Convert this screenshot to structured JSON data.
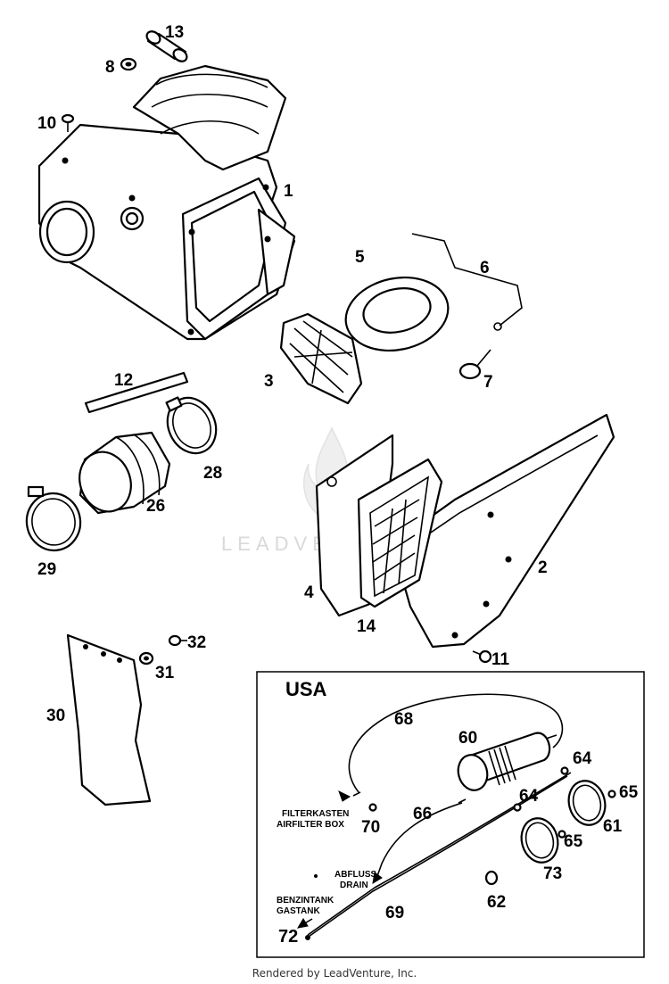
{
  "callouts": [
    {
      "id": "p13",
      "label": "13"
    },
    {
      "id": "p8",
      "label": "8"
    },
    {
      "id": "p10",
      "label": "10"
    },
    {
      "id": "p1",
      "label": "1"
    },
    {
      "id": "p5",
      "label": "5"
    },
    {
      "id": "p6",
      "label": "6"
    },
    {
      "id": "p3",
      "label": "3"
    },
    {
      "id": "p7",
      "label": "7"
    },
    {
      "id": "p12",
      "label": "12"
    },
    {
      "id": "p28",
      "label": "28"
    },
    {
      "id": "p26",
      "label": "26"
    },
    {
      "id": "p29",
      "label": "29"
    },
    {
      "id": "p2",
      "label": "2"
    },
    {
      "id": "p4",
      "label": "4"
    },
    {
      "id": "p14",
      "label": "14"
    },
    {
      "id": "p11",
      "label": "11"
    },
    {
      "id": "p32",
      "label": "32"
    },
    {
      "id": "p31",
      "label": "31"
    },
    {
      "id": "p30",
      "label": "30"
    }
  ],
  "usa_box": {
    "title": "USA",
    "callouts": [
      {
        "id": "u68",
        "label": "68"
      },
      {
        "id": "u60",
        "label": "60"
      },
      {
        "id": "u64a",
        "label": "64"
      },
      {
        "id": "u65a",
        "label": "65"
      },
      {
        "id": "u64b",
        "label": "64"
      },
      {
        "id": "u61",
        "label": "61"
      },
      {
        "id": "u66",
        "label": "66"
      },
      {
        "id": "u70",
        "label": "70"
      },
      {
        "id": "u65b",
        "label": "65"
      },
      {
        "id": "u73",
        "label": "73"
      },
      {
        "id": "u62",
        "label": "62"
      },
      {
        "id": "u69",
        "label": "69"
      },
      {
        "id": "u72",
        "label": "72"
      }
    ],
    "labels": {
      "filterkasten": "FILTERKASTEN",
      "airfilter_box": "AIRFILTER BOX",
      "abfluss": "ABFLUSS",
      "drain": "DRAIN",
      "benzintank": "BENZINTANK",
      "gastank": "GASTANK"
    }
  },
  "watermark": "LEADVENTURE",
  "footer": "Rendered by LeadVenture, Inc."
}
